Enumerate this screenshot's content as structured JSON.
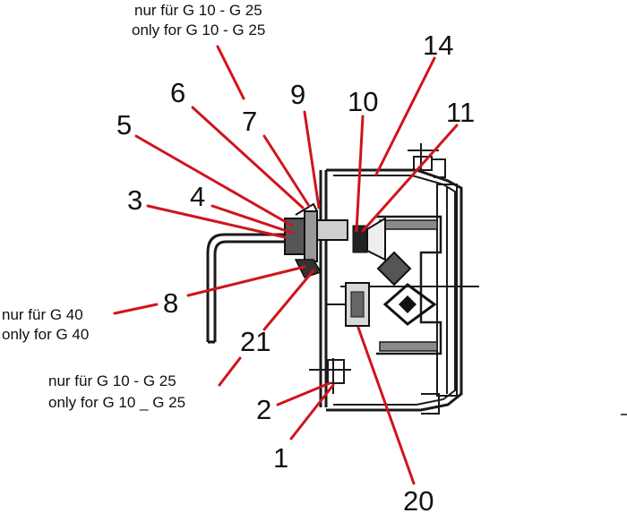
{
  "notes": {
    "top_line1": "nur für G 10 - G 25",
    "top_line2": "only for G 10 - G 25",
    "left_line1": "nur für G 40",
    "left_line2": "only for G 40",
    "bottom_line1": "nur für G 10 - G 25",
    "bottom_line2": "only for G 10 _ G 25"
  },
  "callouts": {
    "c1": "1",
    "c2": "2",
    "c3": "3",
    "c4": "4",
    "c5": "5",
    "c6": "6",
    "c7": "7",
    "c8": "8",
    "c9": "9",
    "c10": "10",
    "c11": "11",
    "c14": "14",
    "c20": "20",
    "c21": "21"
  },
  "colors": {
    "leader": "#d0141c",
    "drawing": "#1a1a1a"
  }
}
